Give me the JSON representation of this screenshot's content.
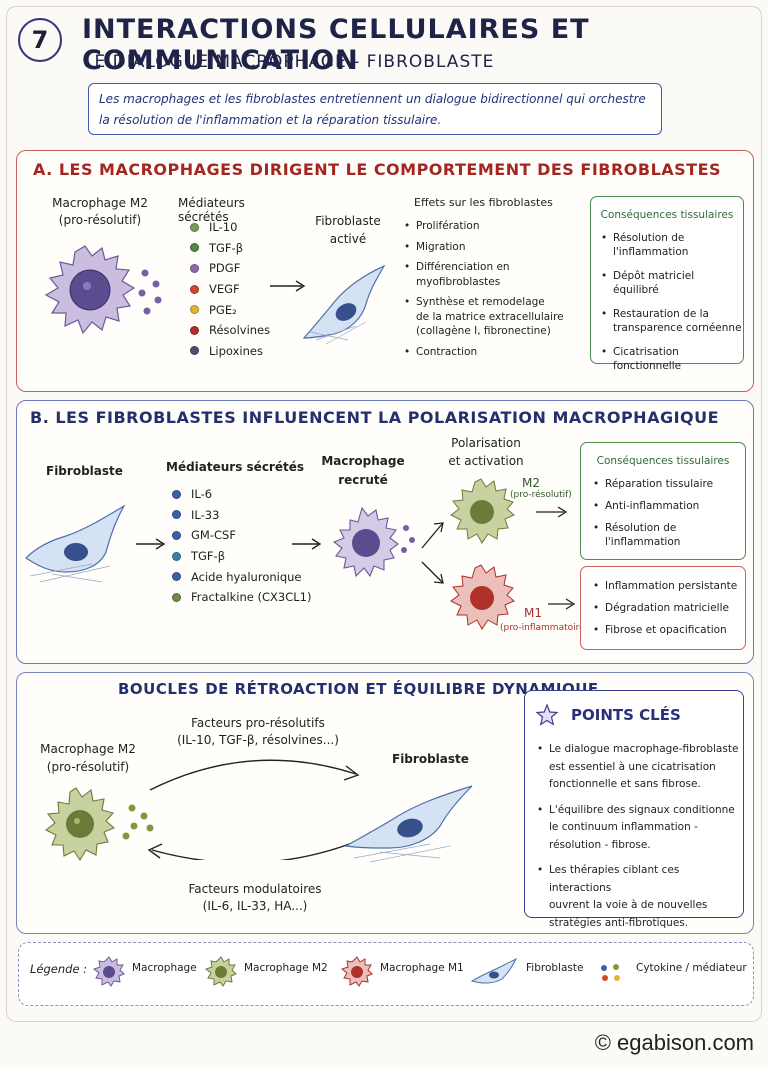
{
  "header": {
    "number": "7",
    "title": "INTERACTIONS CELLULAIRES ET COMMUNICATION",
    "subtitle": "LE DIALOGUE MACROPHAGE - FIBROBLASTE",
    "intro_line1": "Les macrophages et les fibroblastes entretiennent un dialogue bidirectionnel qui orchestre",
    "intro_line2": "la résolution de l'inflammation et la réparation tissulaire."
  },
  "section_a": {
    "title": "A. LES MACROPHAGES DIRIGENT LE COMPORTEMENT DES FIBROBLASTES",
    "macrophage_label1": "Macrophage M2",
    "macrophage_label2": "(pro-résolutif)",
    "mediators_title": "Médiateurs sécrétés",
    "mediators": [
      {
        "label": "IL-10",
        "color": "#7a9a5a"
      },
      {
        "label": "TGF-β",
        "color": "#4f8a4a"
      },
      {
        "label": "PDGF",
        "color": "#8b6bb0"
      },
      {
        "label": "VEGF",
        "color": "#d04a2a"
      },
      {
        "label": "PGE₂",
        "color": "#e3b23a"
      },
      {
        "label": "Résolvines",
        "color": "#b0302a"
      },
      {
        "label": "Lipoxines",
        "color": "#4a4f70"
      }
    ],
    "fibroblast_label1": "Fibroblaste",
    "fibroblast_label2": "activé",
    "effects_title": "Effets sur les fibroblastes",
    "effects": [
      "Prolifération",
      "Migration",
      "Différenciation en myofibroblastes",
      "Synthèse et remodelage",
      "de la matrice extracellulaire",
      "(collagène I, fibronectine)",
      "Contraction"
    ],
    "consequences_title": "Conséquences tissulaires",
    "consequences": [
      "Résolution de l'inflammation",
      "Dépôt matriciel équilibré",
      "Restauration de la",
      "transparence cornéenne",
      "Cicatrisation fonctionnelle"
    ]
  },
  "section_b": {
    "title": "B. LES FIBROBLASTES INFLUENCENT LA POLARISATION MACROPHAGIQUE",
    "fibroblast_label": "Fibroblaste",
    "mediators_title": "Médiateurs sécrétés",
    "mediators": [
      {
        "label": "IL-6",
        "color": "#3b5fa8"
      },
      {
        "label": "IL-33",
        "color": "#3b5fa8"
      },
      {
        "label": "GM-CSF",
        "color": "#3b5fa8"
      },
      {
        "label": "TGF-β",
        "color": "#3b7fa8"
      },
      {
        "label": "Acide hyaluronique",
        "color": "#3b5fa8"
      },
      {
        "label": "Fractalkine (CX3CL1)",
        "color": "#6b8a4a"
      }
    ],
    "recruited_label1": "Macrophage",
    "recruited_label2": "recruté",
    "polarisation_label1": "Polarisation",
    "polarisation_label2": "et activation",
    "m2_label": "M2",
    "m2_sub": "(pro-résolutif)",
    "m1_label": "M1",
    "m1_sub": "(pro-inflammatoire)",
    "m2_consequences_title": "Conséquences tissulaires",
    "m2_consequences": [
      "Réparation tissulaire",
      "Anti-inflammation",
      "Résolution de l'inflammation"
    ],
    "m1_consequences": [
      "Inflammation persistante",
      "Dégradation matricielle",
      "Fibrose et opacification"
    ]
  },
  "section_c": {
    "title": "BOUCLES DE RÉTROACTION ET ÉQUILIBRE DYNAMIQUE",
    "top_label1": "Facteurs pro-résolutifs",
    "top_label2": "(IL-10, TGF-β, résolvines...)",
    "bottom_label1": "Facteurs modulatoires",
    "bottom_label2": "(IL-6, IL-33, HA...)",
    "macrophage_label1": "Macrophage M2",
    "macrophage_label2": "(pro-résolutif)",
    "fibroblast_label": "Fibroblaste"
  },
  "key_points": {
    "title": "POINTS CLÉS",
    "points": [
      [
        "Le dialogue macrophage-fibroblaste",
        "est essentiel à une cicatrisation",
        "fonctionnelle et sans fibrose."
      ],
      [
        "L'équilibre des signaux conditionne",
        "le continuum inflammation -",
        "résolution - fibrose."
      ],
      [
        "Les thérapies ciblant ces interactions",
        "ouvrent la voie à de nouvelles",
        "stratégies anti-fibrotiques."
      ]
    ]
  },
  "legend": {
    "title": "Légende :",
    "items": [
      "Macrophage",
      "Macrophage M2",
      "Macrophage M1",
      "Fibroblaste",
      "Cytokine / médiateur"
    ]
  },
  "footer": {
    "copyright": "© egabison.com"
  },
  "colors": {
    "red_section": "#c9615a",
    "blue_section": "#6c79b8",
    "m2_green": "#c8d2a0",
    "m1_red": "#e9b3ad",
    "macrophage_purple": "#cbbde0"
  }
}
